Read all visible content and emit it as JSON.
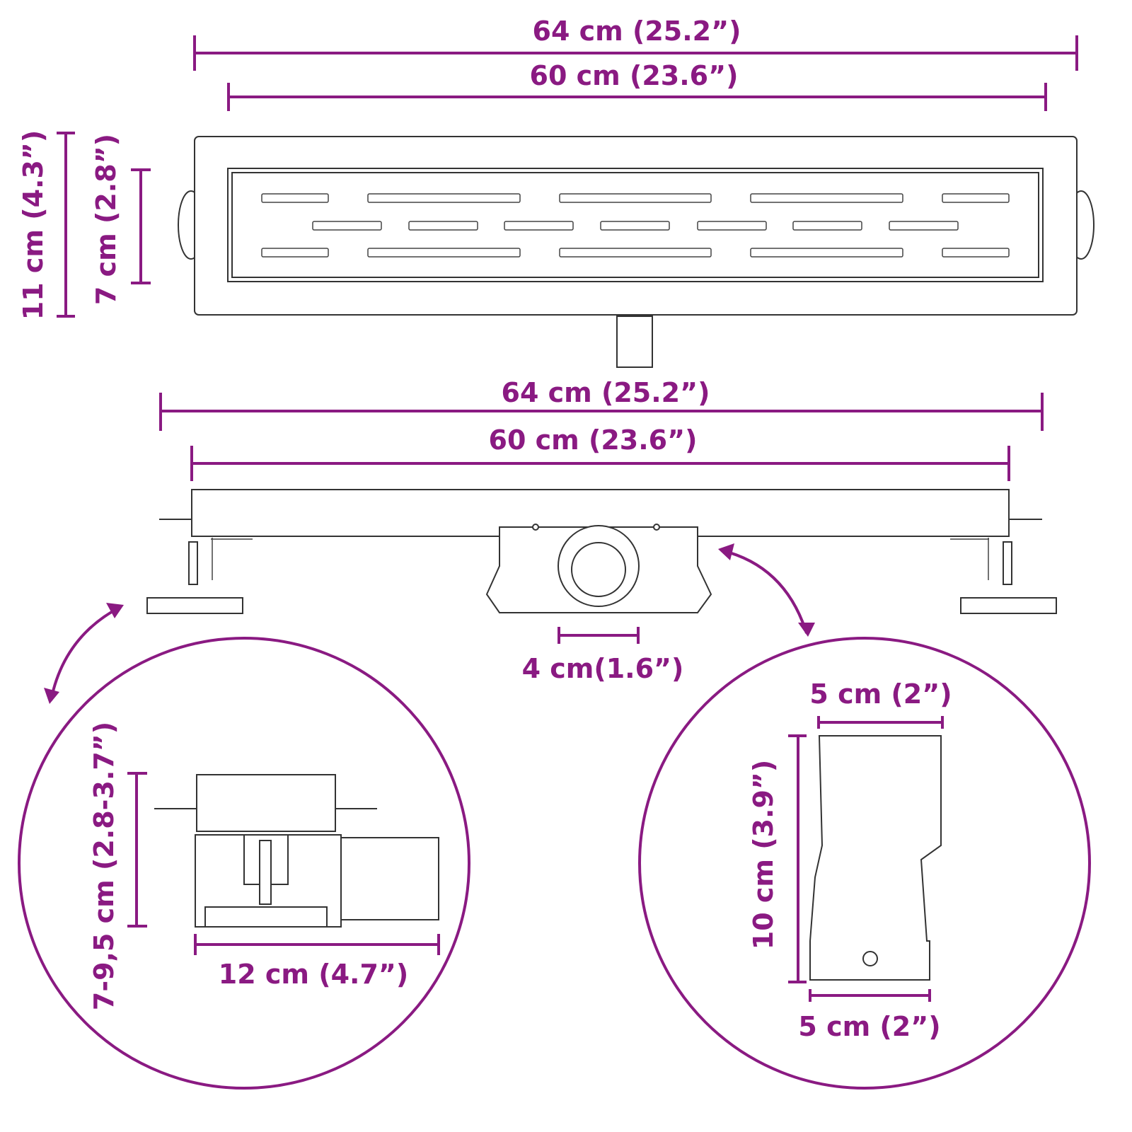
{
  "accent_color": "#8a1a82",
  "top_view": {
    "overall_length": "64 cm (25.2”)",
    "grate_length": "60 cm (23.6”)",
    "overall_width": "11 cm (4.3”)",
    "grate_width": "7 cm (2.8”)"
  },
  "side_view": {
    "overall_length": "64 cm (25.2”)",
    "grate_length": "60 cm (23.6”)",
    "outlet_diameter": "4 cm(1.6”)"
  },
  "detail_left": {
    "height_range": "7-9,5 cm (2.8-3.7”)",
    "depth": "12 cm (4.7”)"
  },
  "detail_right": {
    "top_width": "5 cm (2”)",
    "height": "10 cm (3.9”)",
    "bottom_width": "5 cm (2”)"
  }
}
